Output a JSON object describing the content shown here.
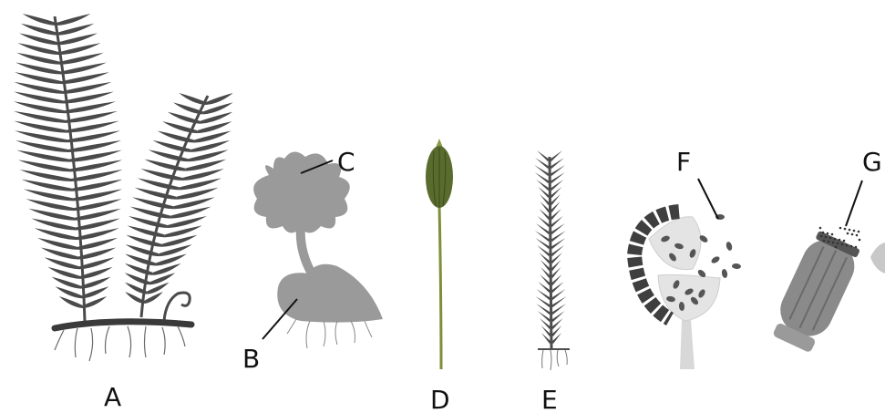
{
  "labels": {
    "A": "A",
    "B": "B",
    "C": "C",
    "D": "D",
    "E": "E",
    "F": "F",
    "G": "G"
  },
  "colors": {
    "fern": "#4a4a4a",
    "thallus": "#9a9a9a",
    "stalk": "#7d8f3a",
    "capsule": "#5a6b2e",
    "moss": "#4d4d4d",
    "spore": "#555555",
    "light": "#d8d8d8",
    "gray": "#8a8a8a"
  },
  "icons": {
    "A": "fern-plant",
    "B": "gametophyte-prothallus",
    "D": "moss-sporophyte",
    "E": "moss-gametophyte",
    "F": "sporangium-releasing-spores",
    "G": "capsule-releasing-spores"
  }
}
